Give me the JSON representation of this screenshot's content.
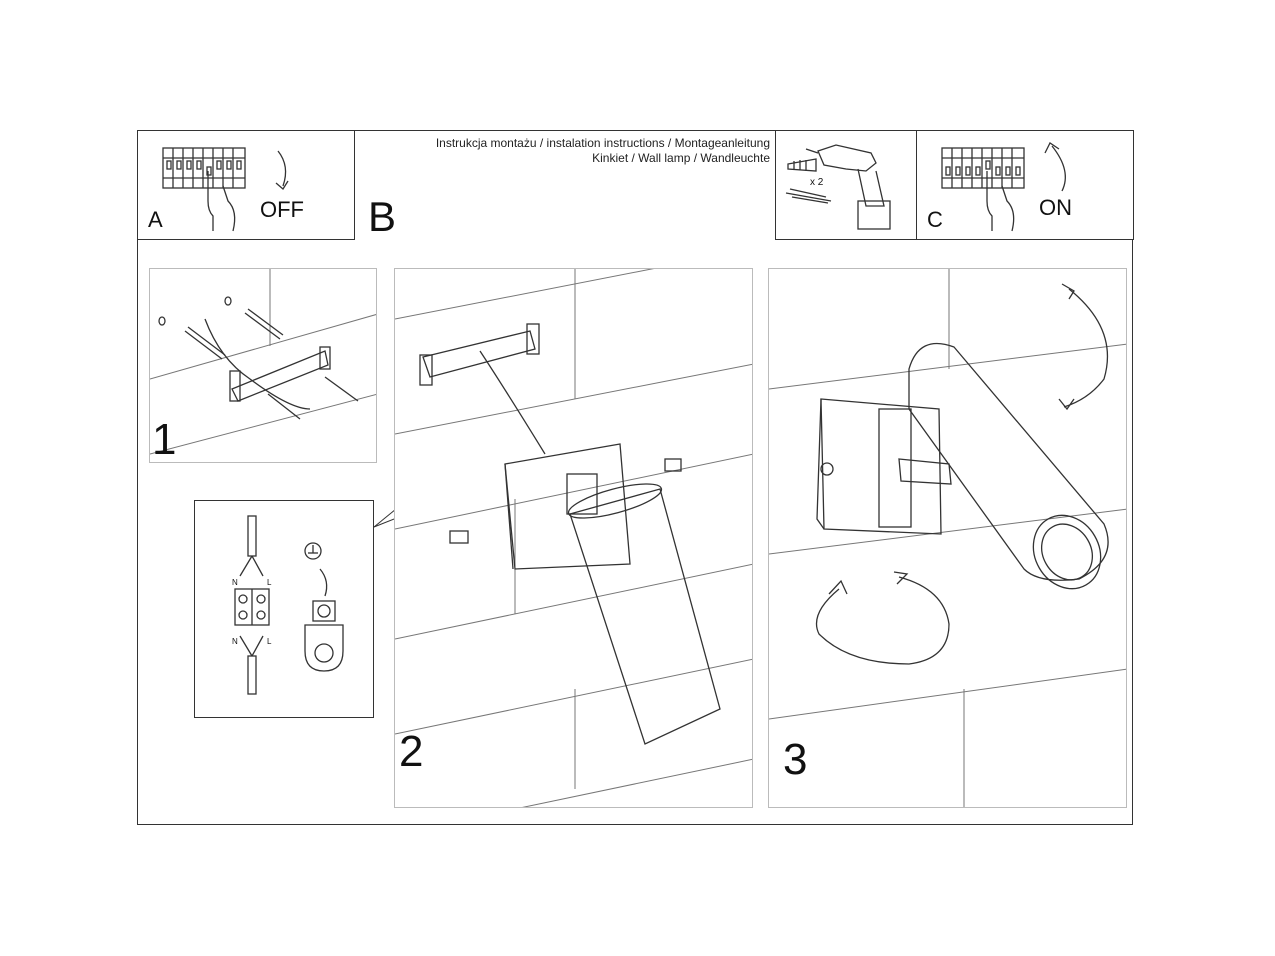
{
  "header": {
    "line1": "Instrukcja montażu / instalation instructions / Montageanleitung",
    "line2": "Kinkiet / Wall lamp / Wandleuchte"
  },
  "steps": {
    "a_letter": "A",
    "a_text": "OFF",
    "b_letter": "B",
    "c_letter": "C",
    "c_text": "ON",
    "drill_qty": "x 2",
    "step1": "1",
    "step2": "2",
    "step3": "3"
  },
  "wiring": {
    "n_top": "N",
    "l_top": "L",
    "n_bottom": "N",
    "l_bottom": "L"
  },
  "icons": {
    "breaker_off": "breaker-panel-icon",
    "breaker_on": "breaker-panel-icon",
    "drill": "drill-icon",
    "ground": "ground-symbol-icon",
    "rotate": "rotate-arrow-icon"
  }
}
